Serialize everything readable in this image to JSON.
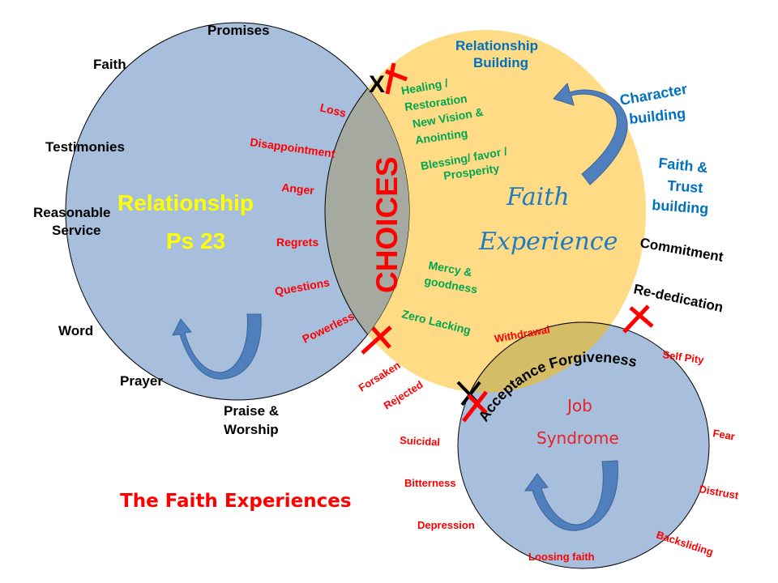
{
  "title": "The Faith Experiences",
  "colors": {
    "relationship_circle": "#a7bfdc",
    "faith_circle": "#fedb84",
    "job_circle": "#a7bfdc",
    "choices_lens": "#a5a9a0",
    "acceptance_lens": "#d5bd68",
    "arrow": "#4f7fbd",
    "arrow_dark": "#3c6497",
    "x_mark_red": "#ff0000",
    "x_mark_black": "#000000"
  },
  "relationship_circle": {
    "title": "Relationship",
    "subtitle": "Ps 23",
    "outer_labels": [
      "Promises",
      "Faith",
      "Testimonies",
      "Reasonable",
      "Service",
      "Word",
      "Prayer",
      "Praise &",
      "Worship"
    ],
    "inner_labels": [
      "Loss",
      "Disappointment",
      "Anger",
      "Regrets",
      "Questions",
      "Powerless"
    ]
  },
  "choices": {
    "label": "CHOICES"
  },
  "faith_circle": {
    "title_line1": "Faith",
    "title_line2": "Experience",
    "outer_labels": [
      "Relationship",
      "Building",
      "Character",
      "building",
      "Faith  &",
      "Trust",
      "building",
      "Commitment",
      "Re-dedication"
    ],
    "inner_labels": [
      "Healing /",
      "Restoration",
      "New Vision &",
      "Anointing",
      "Blessing/ favor /",
      "Prosperity",
      "Mercy &",
      "goodness",
      "Zero Lacking"
    ]
  },
  "job_circle": {
    "title_line1": "Job",
    "title_line2": "Syndrome",
    "outer_labels": [
      "Forsaken",
      "Rejected",
      "Suicidal",
      "Bitterness",
      "Depression",
      "Loosing faith",
      "Backsliding",
      "Distrust",
      "Fear",
      "Self Pity",
      "Withdrawal"
    ]
  },
  "acceptance": {
    "label": "Acceptance Forgiveness"
  },
  "marks": {
    "x_black": "X"
  }
}
